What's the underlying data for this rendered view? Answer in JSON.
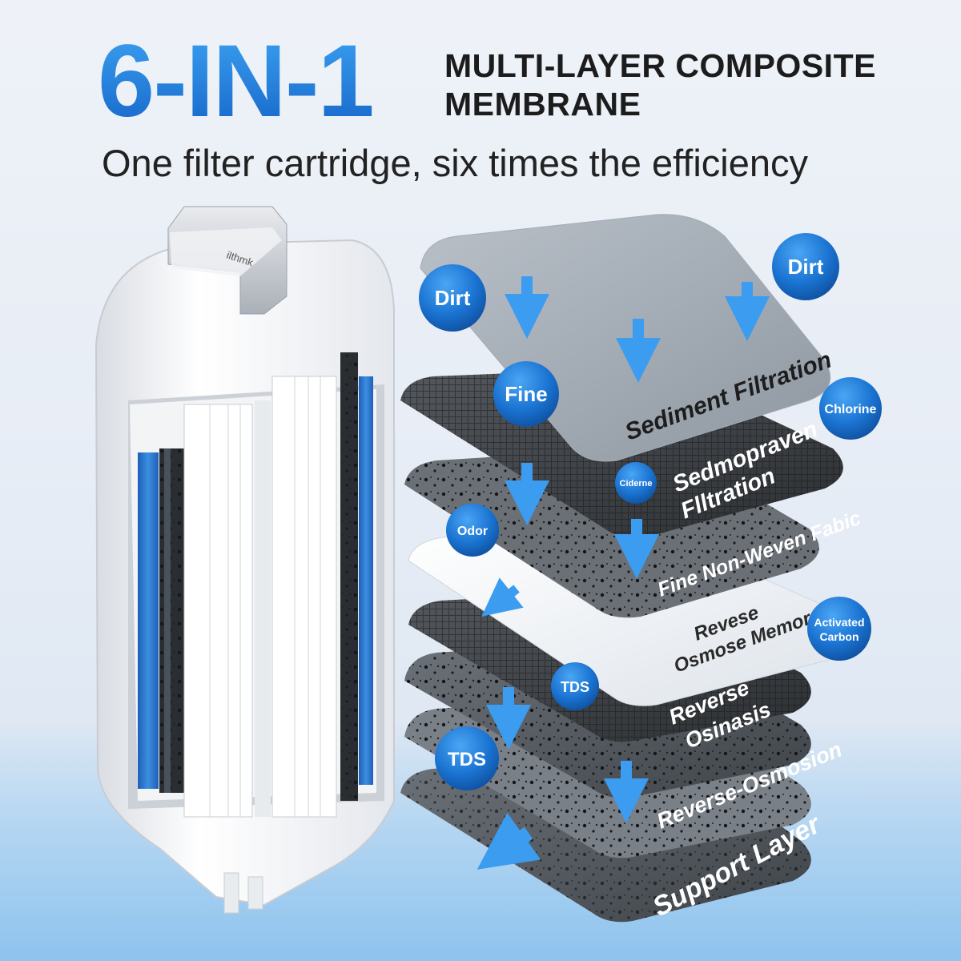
{
  "headline": "6-IN-1",
  "subheadline_line1": "MULTI-LAYER COMPOSITE",
  "subheadline_line2": "MEMBRANE",
  "tagline": "One filter cartridge, six times the efficiency",
  "cartridge_cap_text": "ilthmk",
  "layers": [
    {
      "label": "Sediment Filtration"
    },
    {
      "label_line1": "Sedmopraven",
      "label_line2": "Flltration"
    },
    {
      "label": "Fine Non-Weven Fabic"
    },
    {
      "label_line1": "Revese",
      "label_line2": "Osmose Memorgen"
    },
    {
      "label_line1": "Reverse",
      "label_line2": "Osinasis"
    },
    {
      "label": "Reverse-Osmosion"
    },
    {
      "label": "Support Layer"
    }
  ],
  "bubbles": [
    {
      "text": "Dirt"
    },
    {
      "text": "Dirt"
    },
    {
      "text": "Fine"
    },
    {
      "text": "Chlorine"
    },
    {
      "text": "Ciderne"
    },
    {
      "text": "Odor"
    },
    {
      "text_line1": "Activated",
      "text_line2": "Carbon"
    },
    {
      "text": "TDS"
    },
    {
      "text": "TDS"
    }
  ],
  "colors": {
    "accent_blue": "#1f7fd8",
    "bubble_blue": "#1a73d1",
    "arrow_blue": "#3b9cf0"
  }
}
